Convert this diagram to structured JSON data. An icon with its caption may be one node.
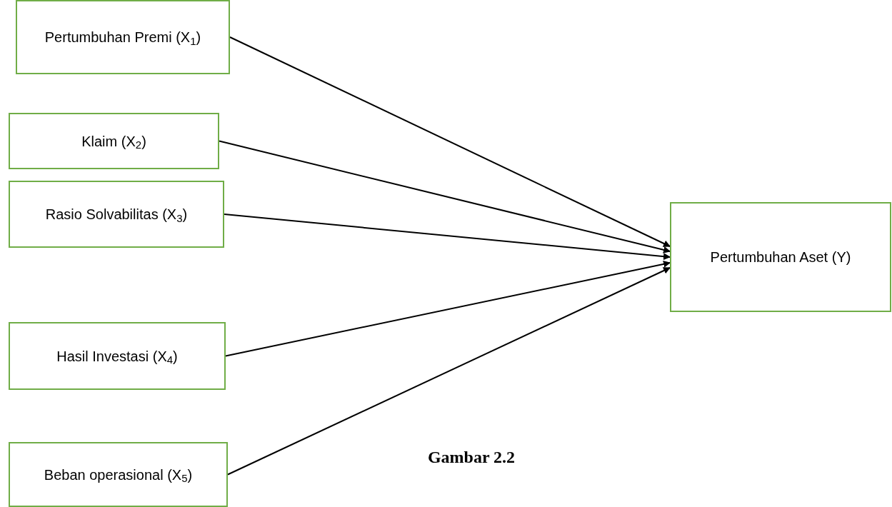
{
  "diagram": {
    "caption": "Gambar 2.2",
    "nodes": [
      {
        "text": [
          "Pertumbuhan Premi (X$_{1}$)"
        ]
      },
      {
        "text": [
          "Klaim (X$_{2}$)"
        ]
      },
      {
        "text": [
          "Rasio Solvabilitas (X$_{3}$)"
        ]
      },
      {
        "text": [
          "Hasil Investasi (X$_{4}$)"
        ]
      },
      {
        "text": [
          "Beban operasional (X$_{5}$)"
        ]
      },
      {
        "text": [
          "Pertumbuhan Aset (Y)"
        ]
      }
    ],
    "edges": [
      {
        "from": 0,
        "to": 5,
        "arrow": "to"
      },
      {
        "from": 1,
        "to": 5,
        "arrow": "to"
      },
      {
        "from": 2,
        "to": 5,
        "arrow": "to"
      },
      {
        "from": 3,
        "to": 5,
        "arrow": "to"
      },
      {
        "from": 4,
        "to": 5,
        "arrow": "to"
      }
    ]
  }
}
